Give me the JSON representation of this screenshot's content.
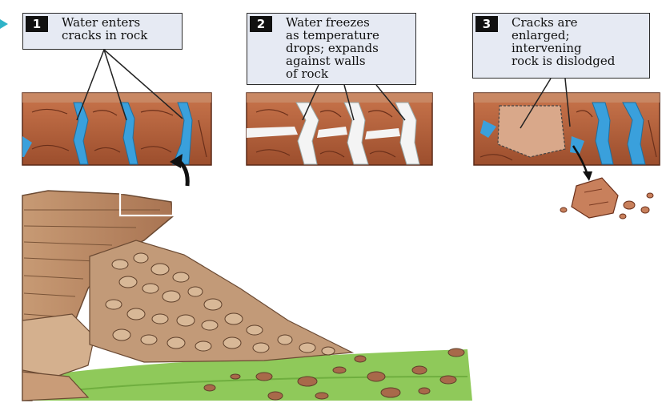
{
  "steps": [
    {
      "number": "1",
      "text": "Water enters\ncracks in rock"
    },
    {
      "number": "2",
      "text": "Water freezes\nas temperature\ndrops; expands\nagainst walls\nof rock"
    },
    {
      "number": "3",
      "text": "Cracks are\nenlarged;\nintervening\nrock is dislodged"
    }
  ],
  "colors": {
    "label_bg": "#e6eaf3",
    "rock": "#b8643f",
    "rock_dark": "#7a3a22",
    "water": "#3aa0dc",
    "ice": "#f4f4f4",
    "grass": "#8fc95a"
  }
}
